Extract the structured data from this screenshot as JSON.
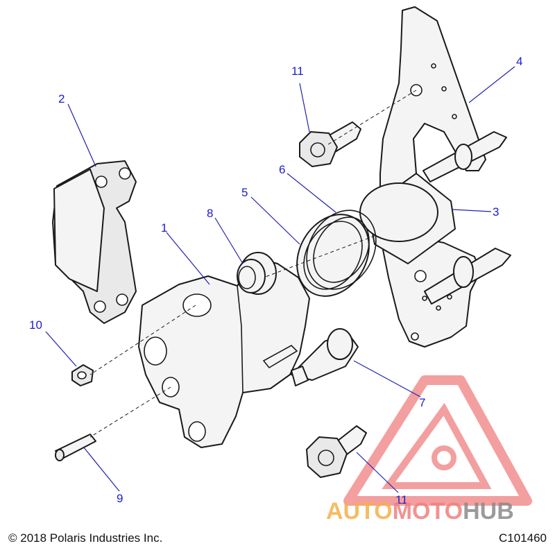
{
  "callouts": [
    {
      "id": "1",
      "label": "1"
    },
    {
      "id": "2",
      "label": "2"
    },
    {
      "id": "3",
      "label": "3"
    },
    {
      "id": "4",
      "label": "4"
    },
    {
      "id": "5",
      "label": "5"
    },
    {
      "id": "6",
      "label": "6"
    },
    {
      "id": "7",
      "label": "7"
    },
    {
      "id": "8",
      "label": "8"
    },
    {
      "id": "9",
      "label": "9"
    },
    {
      "id": "10",
      "label": "10"
    },
    {
      "id": "11a",
      "label": "11"
    },
    {
      "id": "11b",
      "label": "11"
    }
  ],
  "watermark": {
    "text_part1": "AUTO",
    "text_part2": "MOTO",
    "text_part3": "HUB",
    "color_orange": "#f5b049",
    "color_red": "#f08080",
    "color_gray": "#8a8a8a"
  },
  "footer": {
    "copyright": "© 2018 Polaris Industries Inc.",
    "figure_code": "C101460"
  },
  "colors": {
    "callout_text": "#1c1cc8",
    "leader_line": "#2020b0",
    "part_outline": "#1a1a1a"
  }
}
